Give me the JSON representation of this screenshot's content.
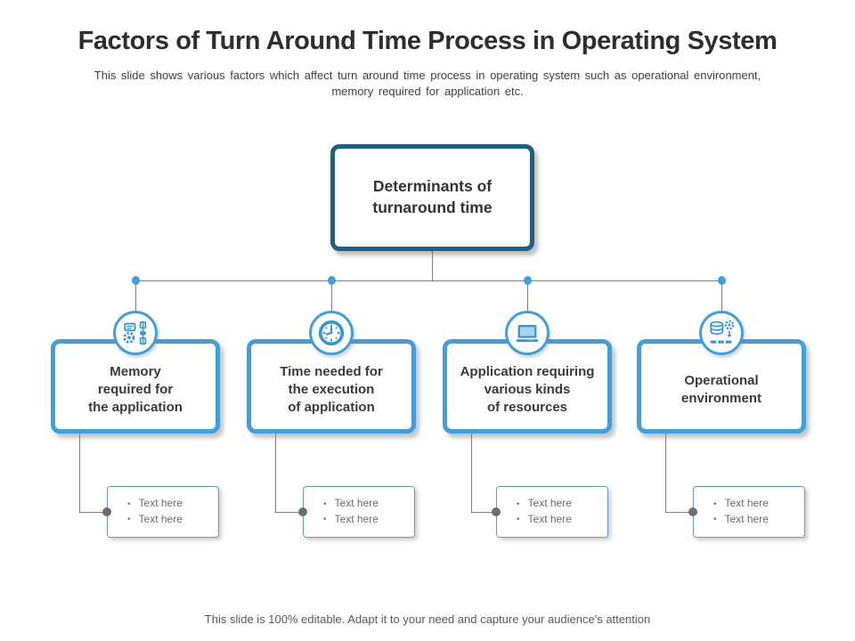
{
  "slide": {
    "title": "Factors of Turn Around Time Process in Operating System",
    "subtitle": "This slide shows various factors which affect turn around time process in operating system such as operational environment,  memory required for application etc.",
    "footer": "This slide is 100% editable. Adapt it to your need and capture your audience's attention"
  },
  "diagram": {
    "root": {
      "label": "Determinants of\nturnaround time"
    },
    "factors": [
      {
        "label": "Memory\nrequired for\nthe application",
        "icon": "memory-gears-icon"
      },
      {
        "label": "Time needed for\nthe execution\nof application",
        "icon": "clock-icon"
      },
      {
        "label": "Application requiring\nvarious kinds\nof resources",
        "icon": "laptop-icon"
      },
      {
        "label": "Operational\nenvironment",
        "icon": "database-gear-icon"
      }
    ],
    "note_box": {
      "bullet_char": "•",
      "bullets": [
        "Text here",
        "Text here"
      ]
    }
  },
  "colors": {
    "root_border": "#1F5F87",
    "factor_border": "#41A0DC",
    "icon_blue": "#3B97D3",
    "connector_gray": "#808080",
    "dot_gray": "#6D6D6D",
    "note_border": "#5B9BD5"
  }
}
